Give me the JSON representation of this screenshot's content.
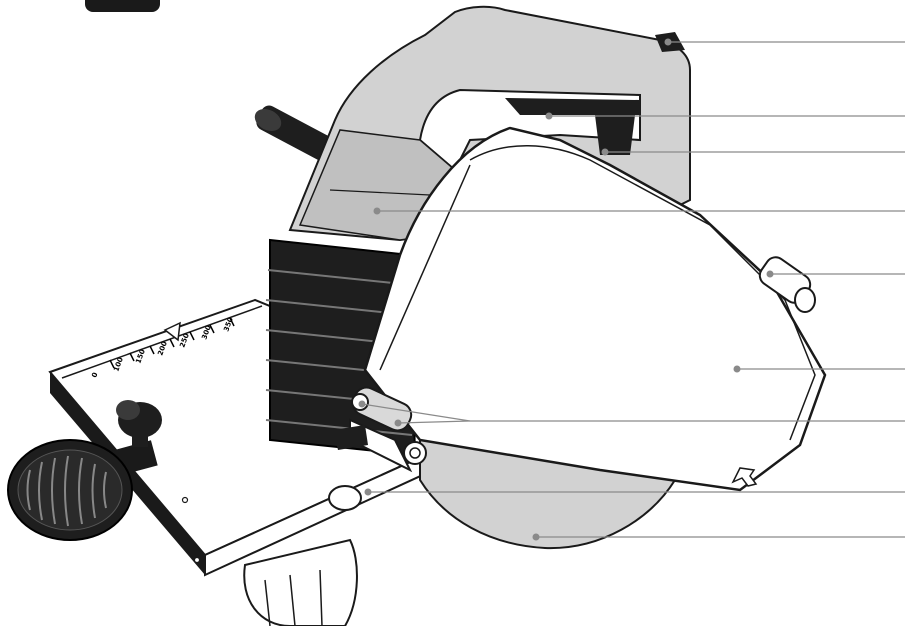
{
  "diagram": {
    "colors": {
      "housing": "#d2d2d2",
      "housing_dark": "#b8b8b8",
      "cover": "#ffffff",
      "rubber": "#1e1e1e",
      "outline": "#1a1a1a",
      "callout": "#8a8a8a"
    },
    "callouts": [
      {
        "id": "callout-1",
        "target": "handle-top-end"
      },
      {
        "id": "callout-2",
        "target": "handle-grip"
      },
      {
        "id": "callout-3",
        "target": "trigger-switch"
      },
      {
        "id": "callout-4",
        "target": "motor-housing"
      },
      {
        "id": "callout-5",
        "target": "side-knob"
      },
      {
        "id": "callout-6",
        "target": "blade-cover"
      },
      {
        "id": "callout-7",
        "target": "guard-pivot"
      },
      {
        "id": "callout-8",
        "target": "depth-lock"
      },
      {
        "id": "callout-9",
        "target": "lower-guard"
      }
    ],
    "scale_marks": [
      "0",
      "100",
      "150",
      "200",
      "250",
      "300",
      "350"
    ],
    "icons": [
      "direction-arrow-icon",
      "locking-knob-icon",
      "clamp-knob-icon"
    ]
  }
}
